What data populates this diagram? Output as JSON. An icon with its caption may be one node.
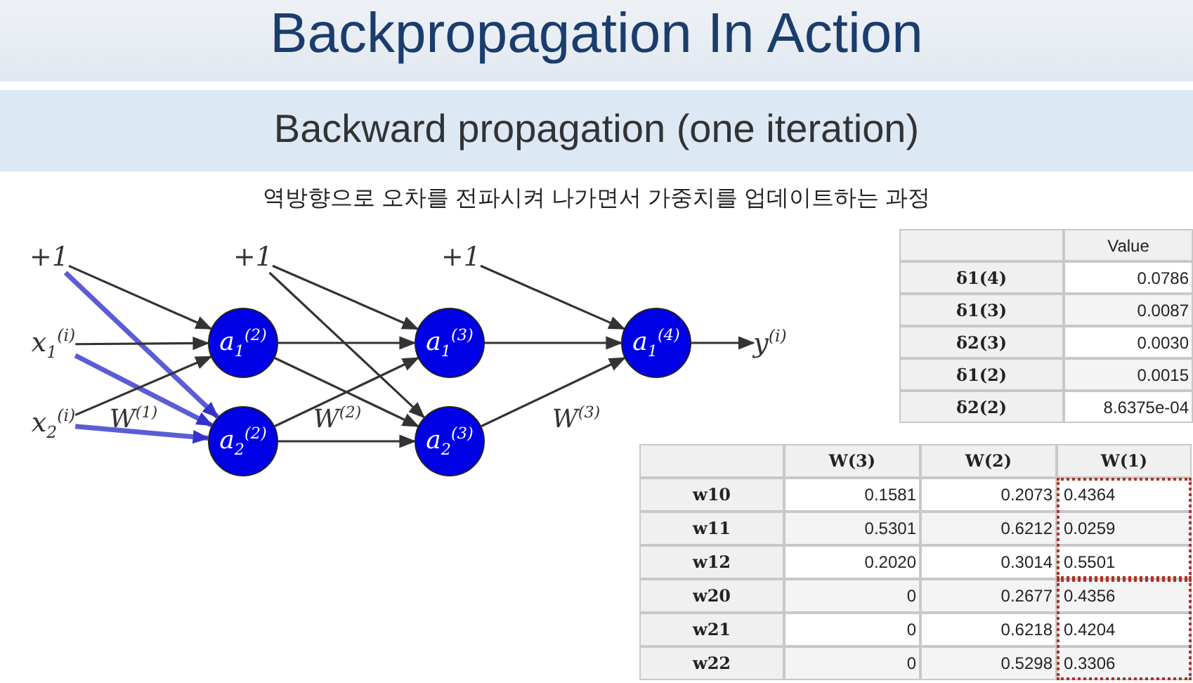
{
  "diagram": {
    "title": "Backpropagation In Action",
    "nodes": [
      {
        "text": [
          "+1"
        ]
      },
      {
        "text": [
          "x$_{1}$$^{(i)}$"
        ]
      },
      {
        "text": [
          "x$_{2}$$^{(i)}$"
        ]
      },
      {
        "text": [
          "a$_{1}$$^{(2)}$"
        ]
      },
      {
        "text": [
          "a$_{2}$$^{(2)}$"
        ]
      },
      {
        "text": [
          "+1"
        ]
      },
      {
        "text": [
          "a$_{1}$$^{(3)}$"
        ]
      },
      {
        "text": [
          "a$_{2}$$^{(3)}$"
        ]
      },
      {
        "text": [
          "+1"
        ]
      },
      {
        "text": [
          "a$_{1}$$^{(4)}$"
        ]
      },
      {
        "text": [
          "y$^{(i)}$"
        ]
      }
    ],
    "edges": [
      {
        "from": 0,
        "to": 3,
        "arrow": "to"
      },
      {
        "from": 0,
        "to": 4,
        "arrow": "to",
        "style": "thick",
        "color": "#3333cc"
      },
      {
        "from": 1,
        "to": 3,
        "arrow": "to"
      },
      {
        "from": 1,
        "to": 4,
        "arrow": "to",
        "style": "thick",
        "color": "#3333cc"
      },
      {
        "from": 2,
        "to": 3,
        "arrow": "to"
      },
      {
        "from": 2,
        "to": 4,
        "arrow": "to",
        "style": "thick",
        "color": "#3333cc"
      },
      {
        "from": 5,
        "to": 6,
        "arrow": "to"
      },
      {
        "from": 5,
        "to": 7,
        "arrow": "to"
      },
      {
        "from": 3,
        "to": 6,
        "arrow": "to"
      },
      {
        "from": 3,
        "to": 7,
        "arrow": "to"
      },
      {
        "from": 4,
        "to": 6,
        "arrow": "to"
      },
      {
        "from": 4,
        "to": 7,
        "arrow": "to"
      },
      {
        "from": 8,
        "to": 9,
        "arrow": "to"
      },
      {
        "from": 6,
        "to": 9,
        "arrow": "to"
      },
      {
        "from": 7,
        "to": 9,
        "arrow": "to"
      },
      {
        "from": 9,
        "to": 10,
        "arrow": "to"
      }
    ],
    "labels": [
      "Backward propagation (one iteration)",
      "역방향으로 오차를 전파시켜 나가면서 가중치를 업데이트하는 과정",
      "W$^{(1)}$",
      "W$^{(2)}$",
      "W$^{(3)}$",
      "Value",
      "δ1(4)",
      "0.0786",
      "δ1(3)",
      "0.0087",
      "δ2(3)",
      "0.0030",
      "δ1(2)",
      "0.0015",
      "δ2(2)",
      "8.6375e-04",
      "W(3)",
      "W(2)",
      "W(1)",
      "w10",
      "0.1581",
      "0.2073",
      "0.4364",
      "w11",
      "0.5301",
      "0.6212",
      "0.0259",
      "w12",
      "0.2020",
      "0.3014",
      "0.5501",
      "w20",
      "0",
      "0.2677",
      "0.4356",
      "w21",
      "0",
      "0.6218",
      "0.4204",
      "w22",
      "0",
      "0.5298",
      "0.3306"
    ]
  }
}
